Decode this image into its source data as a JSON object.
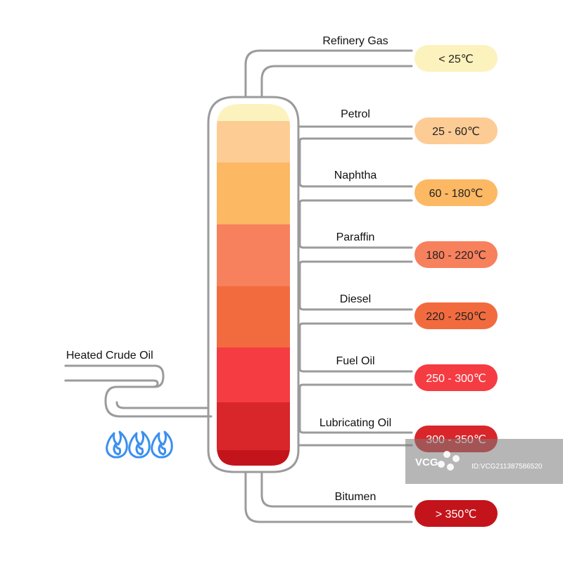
{
  "input": {
    "label": "Heated Crude Oil"
  },
  "fractions": [
    {
      "name": "Refinery Gas",
      "temp": "< 25℃",
      "color": "#fcf2bd",
      "text_color": "#222222"
    },
    {
      "name": "Petrol",
      "temp": "25 - 60℃",
      "color": "#fdcc95",
      "text_color": "#222222"
    },
    {
      "name": "Naphtha",
      "temp": "60 - 180℃",
      "color": "#fcb863",
      "text_color": "#222222"
    },
    {
      "name": "Paraffin",
      "temp": "180 - 220℃",
      "color": "#f7805d",
      "text_color": "#222222"
    },
    {
      "name": "Diesel",
      "temp": "220 - 250℃",
      "color": "#f26b3f",
      "text_color": "#222222"
    },
    {
      "name": "Fuel Oil",
      "temp": "250 - 300℃",
      "color": "#f53c42",
      "text_color": "#ffffff"
    },
    {
      "name": "Lubricating Oil",
      "temp": "300 - 350℃",
      "color": "#d9262b",
      "text_color": "#ffffff"
    },
    {
      "name": "Bitumen",
      "temp": "> 350℃",
      "color": "#c4141b",
      "text_color": "#ffffff"
    }
  ],
  "column_colors": [
    "#fcf2bd",
    "#fdcc95",
    "#fcb863",
    "#f7805d",
    "#f26b3f",
    "#f53c42",
    "#d9262b",
    "#c4141b"
  ],
  "pipe_color": "#a9a9a9",
  "flame_color": "#3b8ff0",
  "watermark": {
    "brand": "VCG",
    "id": "ID:VCG211387586520"
  }
}
